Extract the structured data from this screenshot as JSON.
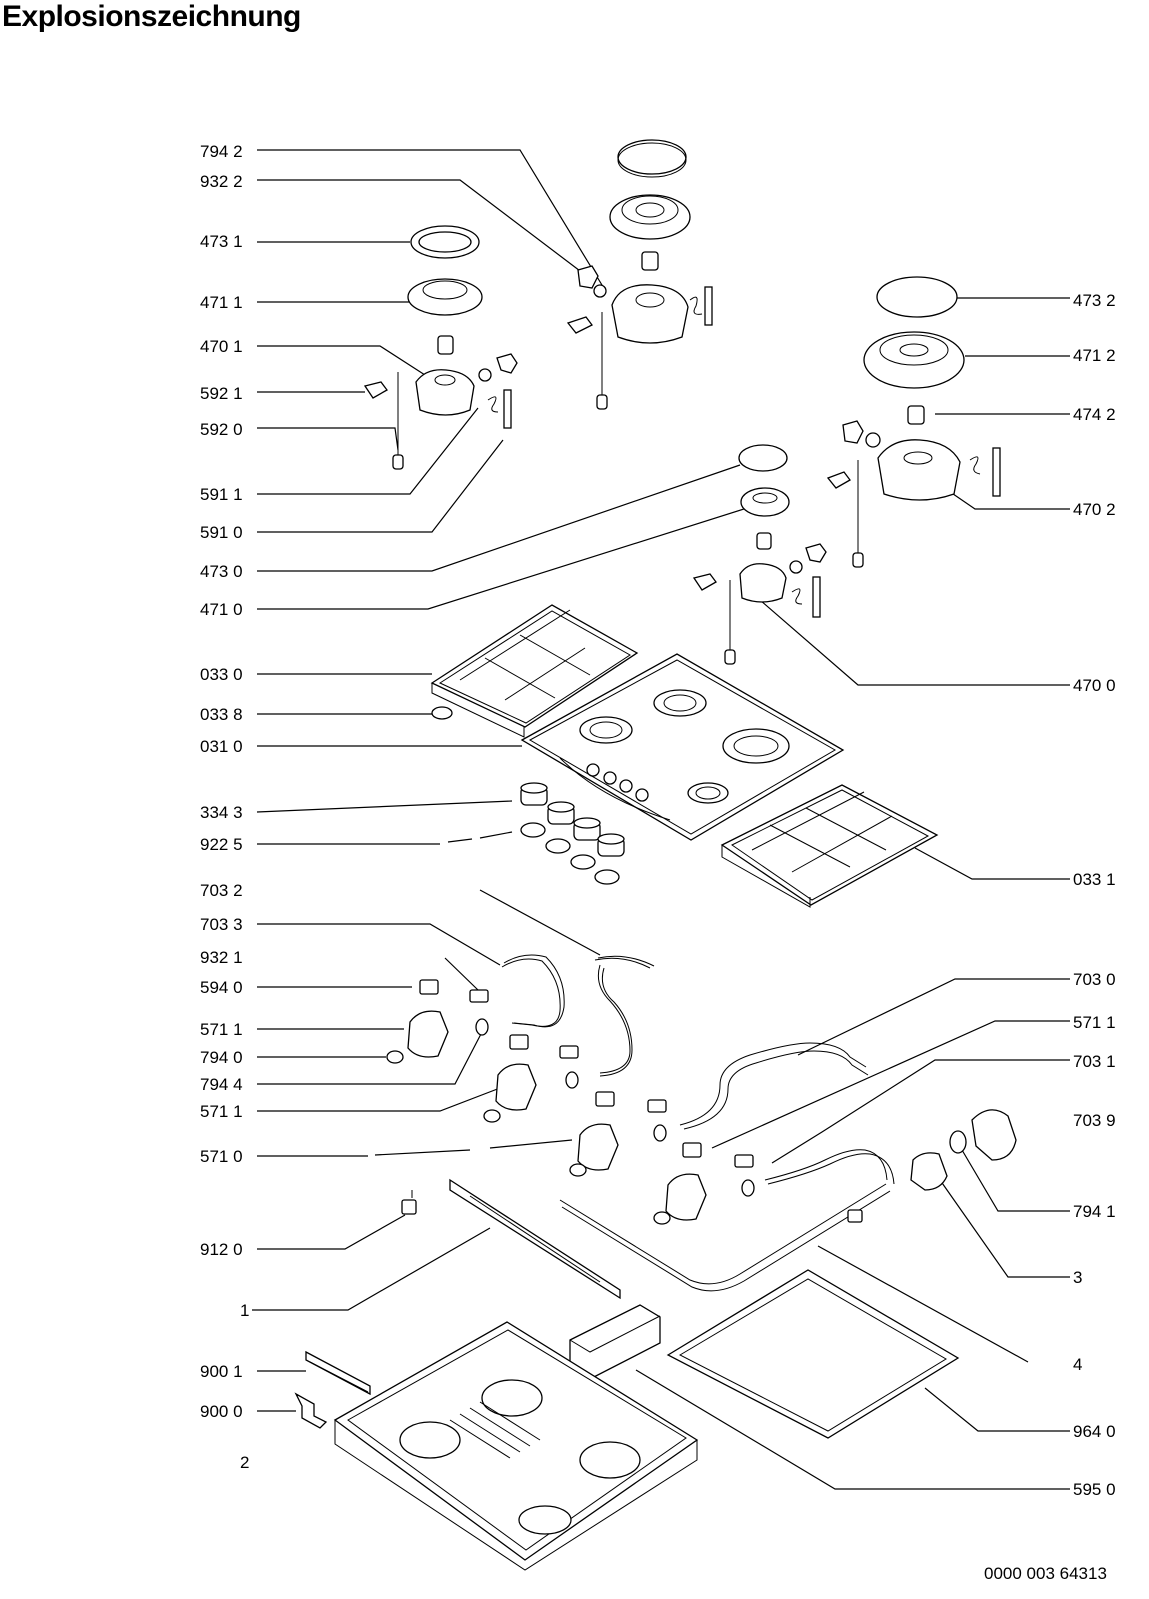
{
  "title": "Explosionszeichnung",
  "document_number": "0000 003 64313",
  "left_labels": [
    "794 2",
    "932 2",
    "473 1",
    "471 1",
    "470 1",
    "592 1",
    "592 0",
    "591 1",
    "591 0",
    "473 0",
    "471 0",
    "033 0",
    "033 8",
    "031 0",
    "334 3",
    "922 5",
    "703 2",
    "703 3",
    "932 1",
    "594 0",
    "571 1",
    "794 0",
    "794 4",
    "571 1",
    "571 0",
    "912 0",
    "1",
    "900 1",
    "900 0",
    "2"
  ],
  "right_labels": [
    "473 2",
    "471 2",
    "474 2",
    "470 2",
    "470 0",
    "033 1",
    "703 0",
    "571 1",
    "703 1",
    "703 9",
    "794 1",
    "3",
    "4",
    "964 0",
    "595 0"
  ]
}
